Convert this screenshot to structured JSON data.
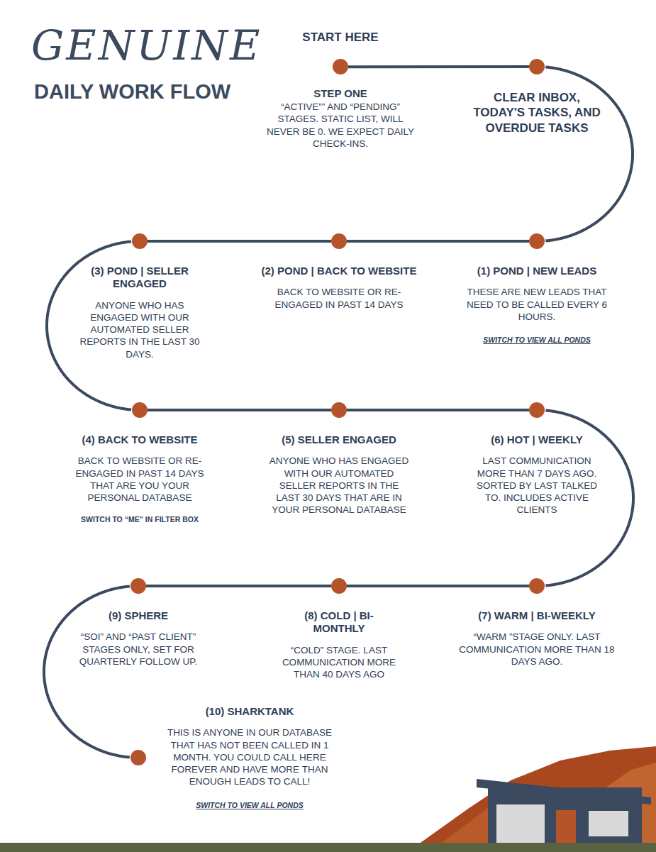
{
  "diagram": {
    "title": "GENUINE",
    "nodes": [
      {
        "text": [
          "START HERE",
          "STEP ONE",
          "“ACTIVE”” AND “PENDING” STAGES. STATIC LIST, WILL NEVER BE 0. WE EXPECT DAILY CHECK-INS."
        ]
      },
      {
        "text": [
          "CLEAR INBOX, TODAY'S TASKS, AND OVERDUE TASKS"
        ]
      },
      {
        "text": [
          "(1) POND | NEW LEADS",
          "THESE ARE NEW LEADS THAT NEED TO BE CALLED EVERY 6 HOURS.",
          "SWITCH TO VIEW ALL PONDS"
        ]
      },
      {
        "text": [
          "(2) POND | BACK TO WEBSITE",
          "BACK TO WEBSITE OR RE-ENGAGED IN PAST 14 DAYS"
        ]
      },
      {
        "text": [
          "(3) POND | SELLER ENGAGED",
          "ANYONE WHO HAS ENGAGED WITH OUR AUTOMATED SELLER REPORTS IN THE LAST 30 DAYS."
        ]
      },
      {
        "text": [
          "(4) BACK TO WEBSITE",
          "BACK TO WEBSITE OR RE-ENGAGED IN PAST 14 DAYS THAT ARE YOU YOUR PERSONAL DATABASE",
          "SWITCH TO “ME” IN FILTER BOX"
        ]
      },
      {
        "text": [
          "(5) SELLER ENGAGED",
          "ANYONE WHO HAS ENGAGED WITH OUR AUTOMATED SELLER REPORTS IN THE LAST 30 DAYS THAT ARE IN YOUR PERSONAL DATABASE"
        ]
      },
      {
        "text": [
          "(6) HOT | WEEKLY",
          "LAST COMMUNICATION MORE THAN 7 DAYS AGO. SORTED BY LAST TALKED TO. INCLUDES ACTIVE CLIENTS"
        ]
      },
      {
        "text": [
          "(7) WARM | BI-WEEKLY",
          "“WARM ”STAGE ONLY. LAST COMMUNICATION MORE THAN 18 DAYS AGO."
        ]
      },
      {
        "text": [
          "(8) COLD | BI-MONTHLY",
          "“COLD” STAGE. LAST COMMUNICATION MORE THAN 40 DAYS AGO"
        ]
      },
      {
        "text": [
          "(9) SPHERE",
          "“SOI” AND “PAST CLIENT” STAGES ONLY, SET FOR QUARTERLY FOLLOW UP."
        ]
      },
      {
        "text": [
          "(10) SHARKTANK",
          "THIS IS ANYONE IN OUR DATABASE THAT HAS NOT BEEN CALLED IN 1 MONTH. YOU COULD CALL HERE FOREVER AND HAVE MORE THAN ENOUGH LEADS TO CALL!",
          "SWITCH TO VIEW ALL PONDS"
        ]
      }
    ],
    "edges": [
      {
        "from": 0,
        "to": 1,
        "arrow": "none"
      },
      {
        "from": 1,
        "to": 2,
        "arrow": "none"
      },
      {
        "from": 2,
        "to": 3,
        "arrow": "none"
      },
      {
        "from": 3,
        "to": 4,
        "arrow": "none"
      },
      {
        "from": 4,
        "to": 5,
        "arrow": "none"
      },
      {
        "from": 5,
        "to": 6,
        "arrow": "none"
      },
      {
        "from": 6,
        "to": 7,
        "arrow": "none"
      },
      {
        "from": 7,
        "to": 8,
        "arrow": "none"
      },
      {
        "from": 8,
        "to": 9,
        "arrow": "none"
      },
      {
        "from": 9,
        "to": 10,
        "arrow": "none"
      },
      {
        "from": 10,
        "to": 11,
        "arrow": "none"
      }
    ],
    "labels": [
      "DAILY WORK FLOW"
    ]
  }
}
